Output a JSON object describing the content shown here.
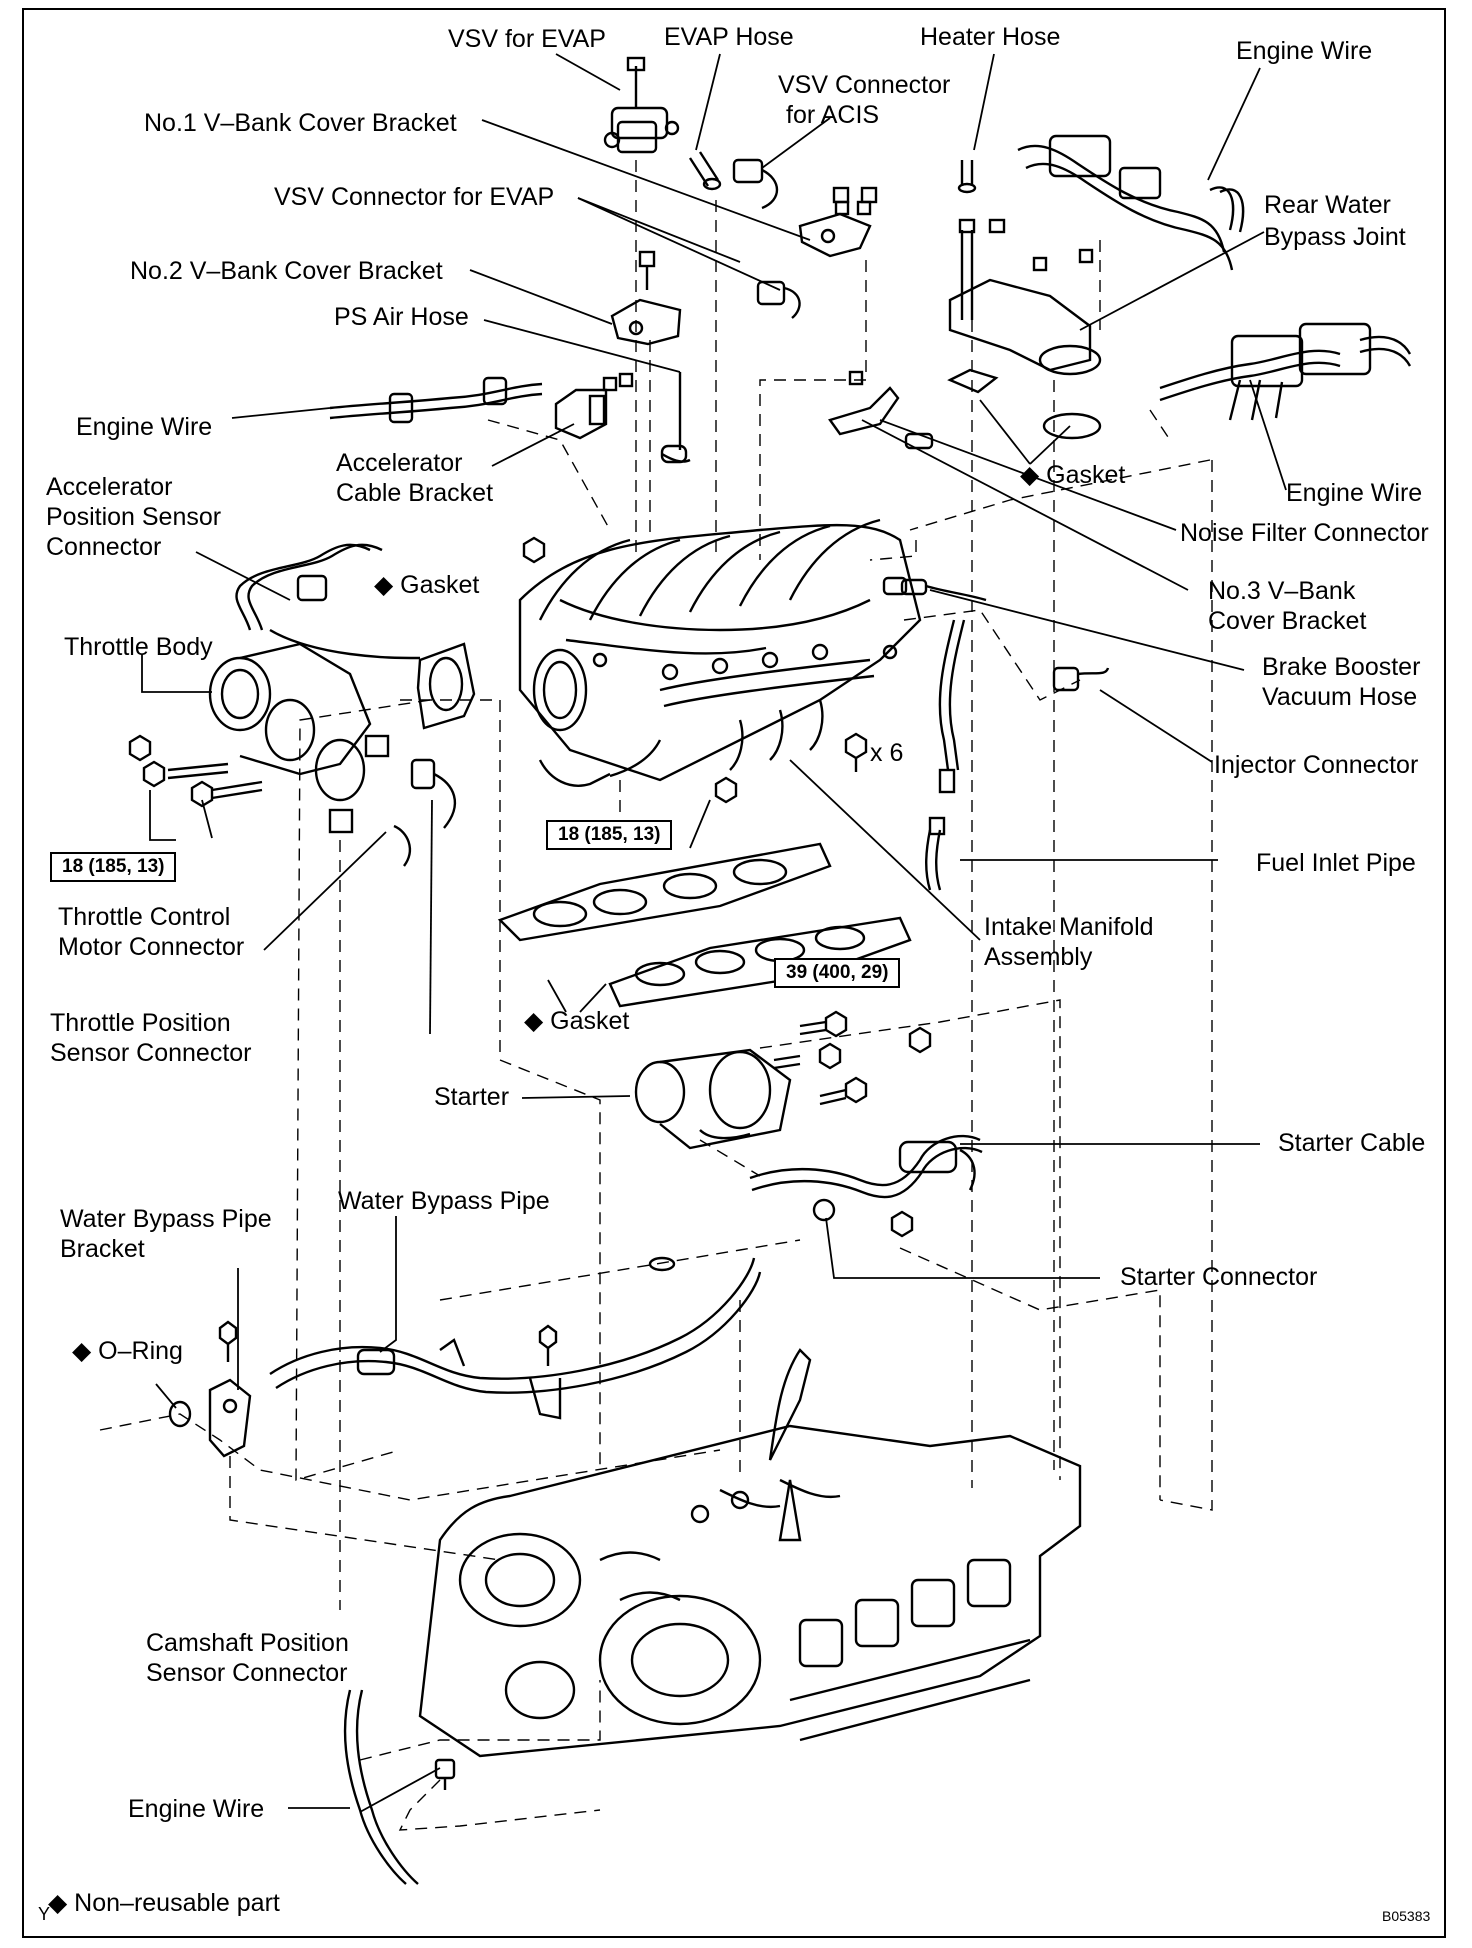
{
  "diagram": {
    "reference_code": "B05383",
    "corner_mark": "Y",
    "legend": "◆ Non–reusable part",
    "torque": {
      "throttle": "18 (185, 13)",
      "manifold": "18 (185, 13)",
      "starter": "39 (400, 29)"
    },
    "fastener_count": "x 6",
    "labels": {
      "vsv_evap": "VSV for EVAP",
      "evap_hose": "EVAP Hose",
      "heater_hose": "Heater Hose",
      "engine_wire_top": "Engine Wire",
      "vsv_connector_acis_1": "VSV Connector",
      "vsv_connector_acis_2": "for ACIS",
      "no1_bracket": "No.1 V–Bank Cover Bracket",
      "vsv_connector_evap": "VSV Connector for EVAP",
      "rear_water_1": "Rear Water",
      "rear_water_2": "Bypass Joint",
      "no2_bracket": "No.2 V–Bank Cover Bracket",
      "ps_air_hose": "PS Air Hose",
      "engine_wire_left": "Engine Wire",
      "accel_bracket_1": "Accelerator",
      "accel_bracket_2": "Cable Bracket",
      "gasket_right": "◆ Gasket",
      "engine_wire_right": "Engine Wire",
      "noise_filter": "Noise Filter Connector",
      "accel_sensor_1": "Accelerator",
      "accel_sensor_2": "Position Sensor",
      "accel_sensor_3": "Connector",
      "gasket_throttle": "◆ Gasket",
      "no3_bracket_1": "No.3 V–Bank",
      "no3_bracket_2": "Cover Bracket",
      "throttle_body": "Throttle Body",
      "brake_booster_1": "Brake Booster",
      "brake_booster_2": "Vacuum Hose",
      "injector_connector": "Injector Connector",
      "fuel_inlet": "Fuel Inlet Pipe",
      "throttle_motor_1": "Throttle Control",
      "throttle_motor_2": "Motor Connector",
      "intake_manifold_1": "Intake Manifold",
      "intake_manifold_2": "Assembly",
      "throttle_position_1": "Throttle Position",
      "throttle_position_2": "Sensor Connector",
      "gasket_manifold": "◆ Gasket",
      "starter": "Starter",
      "starter_cable": "Starter Cable",
      "starter_connector": "Starter Connector",
      "water_bypass_bracket_1": "Water Bypass Pipe",
      "water_bypass_bracket_2": "Bracket",
      "water_bypass_pipe": "Water Bypass Pipe",
      "o_ring": "◆ O–Ring",
      "camshaft_1": "Camshaft Position",
      "camshaft_2": "Sensor Connector",
      "engine_wire_bottom": "Engine Wire"
    }
  }
}
